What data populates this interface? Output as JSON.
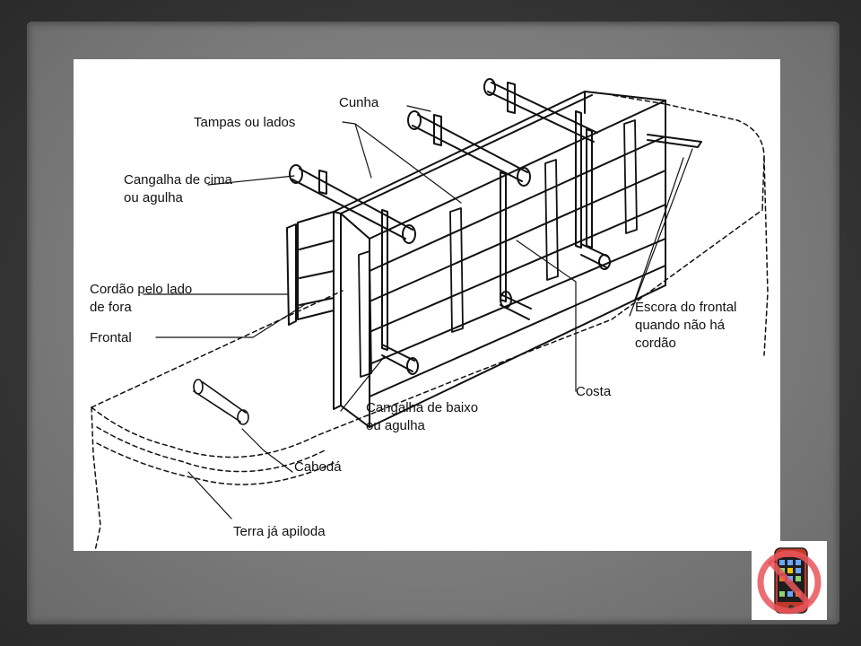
{
  "labels": {
    "cunha": "Cunha",
    "tampas": "Tampas ou lados",
    "cangalha_cima_1": "Cangalha de cima",
    "cangalha_cima_2": "ou agulha",
    "cordao_1": "Cordão pelo lado",
    "cordao_2": "de fora",
    "frontal": "Frontal",
    "escora_1": "Escora do frontal",
    "escora_2": "quando não há",
    "escora_3": "cordão",
    "costa": "Costa",
    "cangalha_baixo_1": "Cangalha de baixo",
    "cangalha_baixo_2": "ou agulha",
    "caboda": "Cabodá",
    "terra": "Terra já apiloda"
  },
  "icons": {
    "badge": "no-phone-icon"
  },
  "colors": {
    "ink": "#111111",
    "badge_ring": "#e8555b",
    "phone_body": "#c0392b"
  }
}
